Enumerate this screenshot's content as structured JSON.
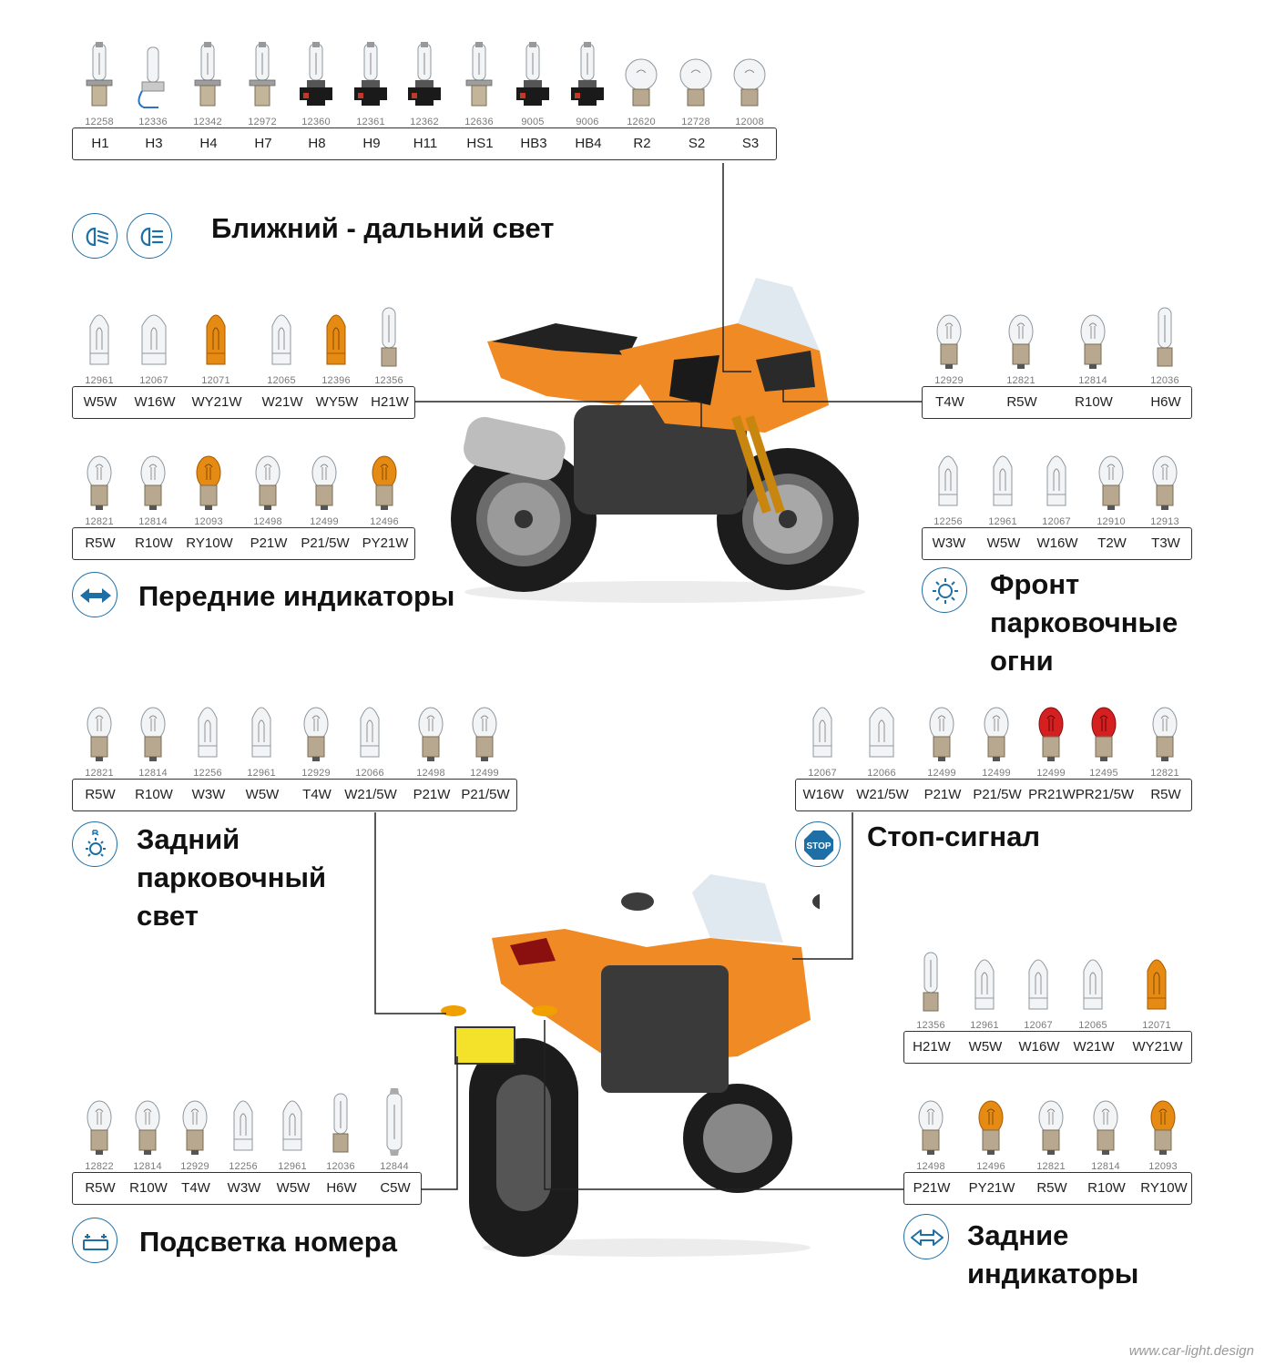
{
  "groups": [
    {
      "id": "headlight",
      "bulbs": [
        {
          "label": "H1",
          "code": "12258",
          "type": "halogen",
          "color": "clear"
        },
        {
          "label": "H3",
          "code": "12336",
          "type": "h3",
          "color": "clear"
        },
        {
          "label": "H4",
          "code": "12342",
          "type": "halogen",
          "color": "clear"
        },
        {
          "label": "H7",
          "code": "12972",
          "type": "halogen",
          "color": "clear"
        },
        {
          "label": "H8",
          "code": "12360",
          "type": "halogen-black",
          "color": "clear"
        },
        {
          "label": "H9",
          "code": "12361",
          "type": "halogen-black",
          "color": "clear"
        },
        {
          "label": "H11",
          "code": "12362",
          "type": "halogen-black",
          "color": "clear"
        },
        {
          "label": "HS1",
          "code": "12636",
          "type": "halogen",
          "color": "clear"
        },
        {
          "label": "HB3",
          "code": "9005",
          "type": "halogen-black",
          "color": "clear"
        },
        {
          "label": "HB4",
          "code": "9006",
          "type": "halogen-black",
          "color": "clear"
        },
        {
          "label": "R2",
          "code": "12620",
          "type": "round",
          "color": "clear"
        },
        {
          "label": "S2",
          "code": "12728",
          "type": "round",
          "color": "clear"
        },
        {
          "label": "S3",
          "code": "12008",
          "type": "round",
          "color": "clear"
        }
      ]
    },
    {
      "id": "front-ind-top",
      "bulbs": [
        {
          "label": "W5W",
          "code": "12961",
          "type": "wedge",
          "color": "clear"
        },
        {
          "label": "W16W",
          "code": "12067",
          "type": "wedge-big",
          "color": "clear"
        },
        {
          "label": "WY21W",
          "code": "12071",
          "type": "wedge",
          "color": "amber"
        },
        {
          "label": "W21W",
          "code": "12065",
          "type": "wedge",
          "color": "clear"
        },
        {
          "label": "WY5W",
          "code": "12396",
          "type": "wedge",
          "color": "amber"
        },
        {
          "label": "H21W",
          "code": "12356",
          "type": "tube",
          "color": "clear"
        }
      ]
    },
    {
      "id": "front-ind-bottom",
      "bulbs": [
        {
          "label": "R5W",
          "code": "12821",
          "type": "bayonet",
          "color": "clear"
        },
        {
          "label": "R10W",
          "code": "12814",
          "type": "bayonet",
          "color": "clear"
        },
        {
          "label": "RY10W",
          "code": "12093",
          "type": "bayonet",
          "color": "amber"
        },
        {
          "label": "P21W",
          "code": "12498",
          "type": "bayonet",
          "color": "clear"
        },
        {
          "label": "P21/5W",
          "code": "12499",
          "type": "bayonet",
          "color": "clear"
        },
        {
          "label": "PY21W",
          "code": "12496",
          "type": "bayonet",
          "color": "amber"
        }
      ]
    },
    {
      "id": "front-park-top",
      "bulbs": [
        {
          "label": "T4W",
          "code": "12929",
          "type": "bayonet",
          "color": "clear"
        },
        {
          "label": "R5W",
          "code": "12821",
          "type": "bayonet",
          "color": "clear"
        },
        {
          "label": "R10W",
          "code": "12814",
          "type": "bayonet",
          "color": "clear"
        },
        {
          "label": "H6W",
          "code": "12036",
          "type": "tube",
          "color": "clear"
        }
      ]
    },
    {
      "id": "front-park-bottom",
      "bulbs": [
        {
          "label": "W3W",
          "code": "12256",
          "type": "wedge",
          "color": "clear"
        },
        {
          "label": "W5W",
          "code": "12961",
          "type": "wedge",
          "color": "clear"
        },
        {
          "label": "W16W",
          "code": "12067",
          "type": "wedge",
          "color": "clear"
        },
        {
          "label": "T2W",
          "code": "12910",
          "type": "bayonet",
          "color": "clear"
        },
        {
          "label": "T3W",
          "code": "12913",
          "type": "bayonet",
          "color": "clear"
        }
      ]
    },
    {
      "id": "rear-park",
      "bulbs": [
        {
          "label": "R5W",
          "code": "12821",
          "type": "bayonet",
          "color": "clear"
        },
        {
          "label": "R10W",
          "code": "12814",
          "type": "bayonet",
          "color": "clear"
        },
        {
          "label": "W3W",
          "code": "12256",
          "type": "wedge",
          "color": "clear"
        },
        {
          "label": "W5W",
          "code": "12961",
          "type": "wedge",
          "color": "clear"
        },
        {
          "label": "T4W",
          "code": "12929",
          "type": "bayonet",
          "color": "clear"
        },
        {
          "label": "W21/5W",
          "code": "12066",
          "type": "wedge",
          "color": "clear"
        },
        {
          "label": "P21W",
          "code": "12498",
          "type": "bayonet",
          "color": "clear"
        },
        {
          "label": "P21/5W",
          "code": "12499",
          "type": "bayonet",
          "color": "clear"
        }
      ]
    },
    {
      "id": "stop",
      "bulbs": [
        {
          "label": "W16W",
          "code": "12067",
          "type": "wedge",
          "color": "clear"
        },
        {
          "label": "W21/5W",
          "code": "12066",
          "type": "wedge-big",
          "color": "clear"
        },
        {
          "label": "P21W",
          "code": "12499",
          "type": "bayonet",
          "color": "clear"
        },
        {
          "label": "P21/5W",
          "code": "12499",
          "type": "bayonet",
          "color": "clear"
        },
        {
          "label": "PR21W",
          "code": "12499",
          "type": "bayonet",
          "color": "red"
        },
        {
          "label": "PR21/5W",
          "code": "12495",
          "type": "bayonet",
          "color": "red"
        },
        {
          "label": "R5W",
          "code": "12821",
          "type": "bayonet",
          "color": "clear"
        }
      ]
    },
    {
      "id": "rear-ind-top",
      "bulbs": [
        {
          "label": "H21W",
          "code": "12356",
          "type": "tube",
          "color": "clear"
        },
        {
          "label": "W5W",
          "code": "12961",
          "type": "wedge",
          "color": "clear"
        },
        {
          "label": "W16W",
          "code": "12067",
          "type": "wedge",
          "color": "clear"
        },
        {
          "label": "W21W",
          "code": "12065",
          "type": "wedge",
          "color": "clear"
        },
        {
          "label": "WY21W",
          "code": "12071",
          "type": "wedge",
          "color": "amber"
        }
      ]
    },
    {
      "id": "plate",
      "bulbs": [
        {
          "label": "R5W",
          "code": "12822",
          "type": "bayonet",
          "color": "clear"
        },
        {
          "label": "R10W",
          "code": "12814",
          "type": "bayonet",
          "color": "clear"
        },
        {
          "label": "T4W",
          "code": "12929",
          "type": "bayonet",
          "color": "clear"
        },
        {
          "label": "W3W",
          "code": "12256",
          "type": "wedge",
          "color": "clear"
        },
        {
          "label": "W5W",
          "code": "12961",
          "type": "wedge",
          "color": "clear"
        },
        {
          "label": "H6W",
          "code": "12036",
          "type": "tube",
          "color": "clear"
        },
        {
          "label": "C5W",
          "code": "12844",
          "type": "festoon",
          "color": "clear"
        }
      ]
    },
    {
      "id": "rear-ind-bottom",
      "bulbs": [
        {
          "label": "P21W",
          "code": "12498",
          "type": "bayonet",
          "color": "clear"
        },
        {
          "label": "PY21W",
          "code": "12496",
          "type": "bayonet",
          "color": "amber"
        },
        {
          "label": "R5W",
          "code": "12821",
          "type": "bayonet",
          "color": "clear"
        },
        {
          "label": "R10W",
          "code": "12814",
          "type": "bayonet",
          "color": "clear"
        },
        {
          "label": "RY10W",
          "code": "12093",
          "type": "bayonet",
          "color": "amber"
        }
      ]
    }
  ],
  "titles": {
    "headlight": "Ближний - дальний свет",
    "front_indicators": "Передние индикаторы",
    "front_parking_1": "Фронт",
    "front_parking_2": "парковочные",
    "front_parking_3": "огни",
    "rear_parking_1": "Задний",
    "rear_parking_2": "парковочный",
    "rear_parking_3": "свет",
    "stop": "Стоп-сигнал",
    "plate": "Подсветка номера",
    "rear_indicators_1": "Задние",
    "rear_indicators_2": "индикаторы"
  },
  "icons": {
    "low_beam": "low-beam-icon",
    "high_beam": "high-beam-icon",
    "indicator": "double-arrow-icon",
    "parking": "parking-light-icon",
    "rear_parking": "rear-parking-light-icon",
    "stop": "stop-sign-icon",
    "stop_text": "STOP",
    "plate": "plate-light-icon",
    "rear_indicator": "outline-double-arrow-icon"
  },
  "colors": {
    "accent_blue": "#1d6fa5",
    "motorcycle_orange": "#f08a24",
    "amber_bulb": "#e58a12",
    "red_bulb": "#d42020"
  },
  "watermark": "www.car-light.design"
}
